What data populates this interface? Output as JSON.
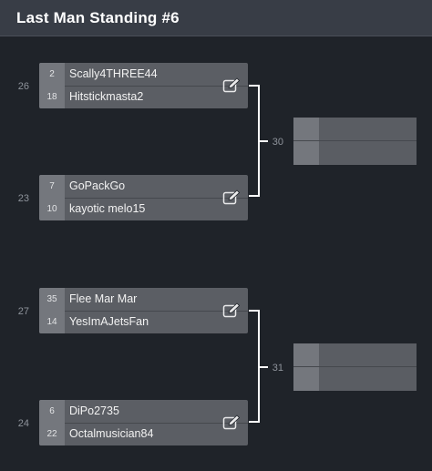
{
  "header": {
    "title": "Last Man Standing #6"
  },
  "matches": [
    {
      "match_no": "26",
      "top": {
        "seed": "2",
        "name": "Scally4THREE44"
      },
      "bottom": {
        "seed": "18",
        "name": "Hitstickmasta2"
      }
    },
    {
      "match_no": "23",
      "top": {
        "seed": "7",
        "name": "GoPackGo"
      },
      "bottom": {
        "seed": "10",
        "name": "kayotic melo15"
      }
    },
    {
      "match_no": "27",
      "top": {
        "seed": "35",
        "name": "Flee Mar Mar"
      },
      "bottom": {
        "seed": "14",
        "name": "YesImAJetsFan"
      }
    },
    {
      "match_no": "24",
      "top": {
        "seed": "6",
        "name": "DiPo2735"
      },
      "bottom": {
        "seed": "22",
        "name": "Octalmusician84"
      }
    }
  ],
  "next_round": [
    {
      "match_no": "30"
    },
    {
      "match_no": "31"
    }
  ],
  "icons": {
    "edit": "edit-icon"
  }
}
